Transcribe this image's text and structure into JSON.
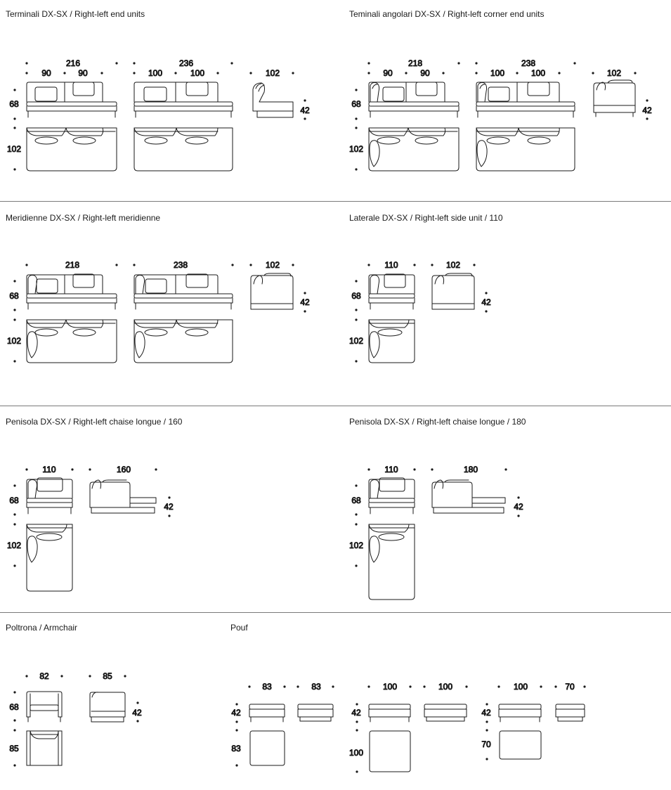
{
  "sections": {
    "terminali": {
      "title": "Terminali DX-SX / Right-left end units",
      "dims": {
        "w1": "216",
        "w2": "236",
        "s90": "90",
        "s100": "100",
        "d102": "102",
        "h68": "68",
        "depth102": "102",
        "seat42": "42"
      }
    },
    "angolari": {
      "title": "Teminali angolari DX-SX / Right-left corner end units",
      "dims": {
        "w1": "218",
        "w2": "238",
        "s90": "90",
        "s100": "100",
        "d102": "102",
        "h68": "68",
        "depth102": "102",
        "seat42": "42"
      }
    },
    "meridienne": {
      "title": "Meridienne DX-SX / Right-left meridienne",
      "dims": {
        "w1": "218",
        "w2": "238",
        "d102": "102",
        "h68": "68",
        "depth102": "102",
        "seat42": "42"
      }
    },
    "laterale": {
      "title": "Laterale DX-SX / Right-left side unit / 110",
      "dims": {
        "w": "110",
        "d102": "102",
        "h68": "68",
        "depth102": "102",
        "seat42": "42"
      }
    },
    "penisola160": {
      "title": "Penisola DX-SX / Right-left chaise longue / 160",
      "dims": {
        "w": "110",
        "len": "160",
        "h68": "68",
        "depth102": "102",
        "seat42": "42"
      }
    },
    "penisola180": {
      "title": "Penisola DX-SX / Right-left chaise longue / 180",
      "dims": {
        "w": "110",
        "len": "180",
        "h68": "68",
        "depth102": "102",
        "seat42": "42"
      }
    },
    "poltrona": {
      "title": "Poltrona / Armchair",
      "dims": {
        "w": "82",
        "d": "85",
        "h68": "68",
        "depth85": "85",
        "seat42": "42"
      }
    },
    "pouf": {
      "title": "Pouf",
      "dims": {
        "w83": "83",
        "w100": "100",
        "w70": "70",
        "h42": "42",
        "d83": "83",
        "d100": "100",
        "d70": "70"
      }
    }
  },
  "colors": {
    "line": "#1a1a1a",
    "separator": "#7a7a7a"
  }
}
